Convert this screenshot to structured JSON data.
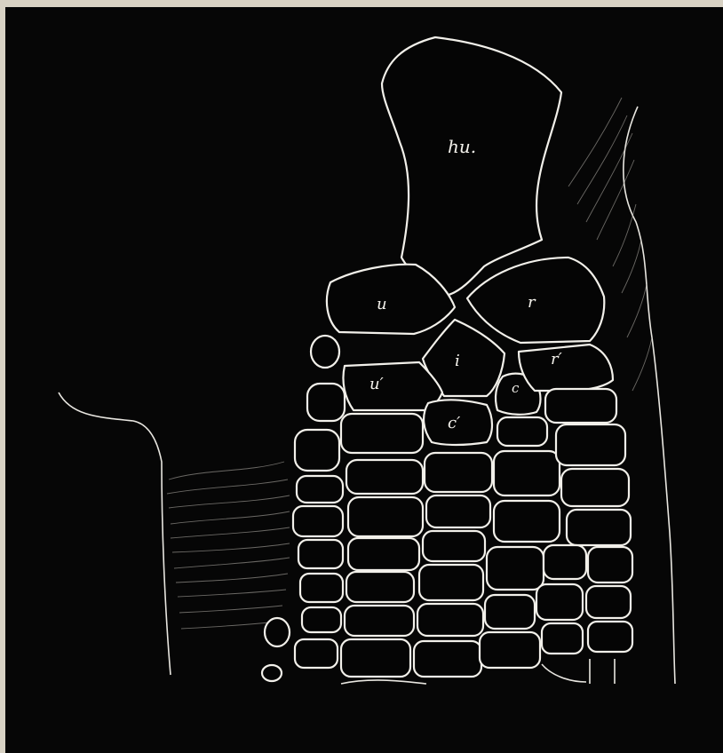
{
  "figure": {
    "labels": {
      "humerus": "hu.",
      "ulnare_upper": "u",
      "radiale_upper": "r",
      "intermedium": "i",
      "ulnare_lower": "u′",
      "centrale": "c",
      "centrale_lower": "c′",
      "radiale_lower": "r′"
    }
  },
  "colors": {
    "background": "#060606",
    "outline": "#f2f0ea",
    "paper": "#d8d2c4"
  }
}
